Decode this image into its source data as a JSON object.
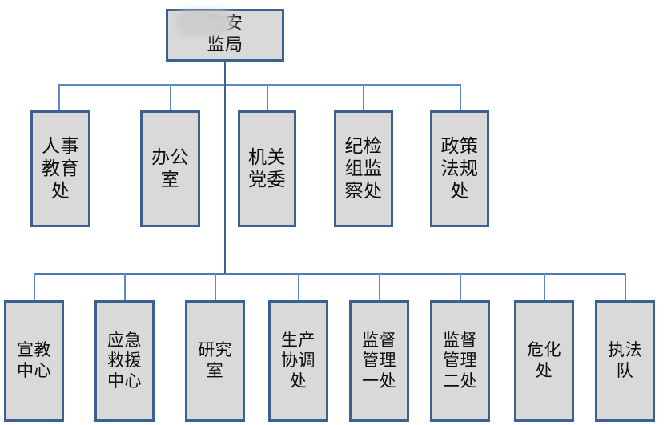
{
  "chart": {
    "title_node": {
      "label": "市安\n监局",
      "redacted_prefix": true,
      "redaction_note": "两字被涂抹"
    },
    "colors": {
      "box_fill": "#d9d9d9",
      "box_border": "#3a618f",
      "connector": "#5b8ac4",
      "connector_trunk": "#3a618f",
      "text": "#0d0d0d",
      "background": "#ffffff",
      "redaction": "#b9b9b9"
    },
    "level2": [
      {
        "label": "人事\n教育\n处"
      },
      {
        "label": "办公\n室"
      },
      {
        "label": "机关\n党委"
      },
      {
        "label": "纪检\n组监\n察处"
      },
      {
        "label": "政策\n法规\n处"
      }
    ],
    "level3": [
      {
        "label": "宣教\n中心"
      },
      {
        "label": "应急\n救援\n中心"
      },
      {
        "label": "研究\n室"
      },
      {
        "label": "生产\n协调\n处"
      },
      {
        "label": "监督\n管理\n一处"
      },
      {
        "label": "监督\n管理\n二处"
      },
      {
        "label": "危化\n处"
      },
      {
        "label": "执法\n队"
      }
    ]
  }
}
